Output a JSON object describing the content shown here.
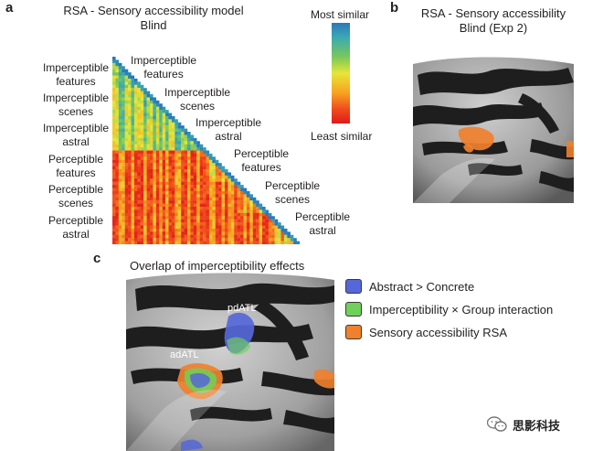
{
  "panel_a": {
    "letter": "a",
    "title": "RSA - Sensory accessibility model",
    "subtitle": "Blind",
    "row_labels": [
      {
        "l1": "Imperceptible",
        "l2": "features"
      },
      {
        "l1": "Imperceptible",
        "l2": "scenes"
      },
      {
        "l1": "Imperceptible",
        "l2": "astral"
      },
      {
        "l1": "Perceptible",
        "l2": "features"
      },
      {
        "l1": "Perceptible",
        "l2": "scenes"
      },
      {
        "l1": "Perceptible",
        "l2": "astral"
      }
    ],
    "diag_labels": [
      {
        "l1": "Imperceptible",
        "l2": "features"
      },
      {
        "l1": "Imperceptible",
        "l2": "scenes"
      },
      {
        "l1": "Imperceptible",
        "l2": "astral"
      },
      {
        "l1": "Perceptible",
        "l2": "features"
      },
      {
        "l1": "Perceptible",
        "l2": "scenes"
      },
      {
        "l1": "Perceptible",
        "l2": "astral"
      }
    ],
    "colorbar": {
      "top": "Most similar",
      "bottom": "Least similar"
    }
  },
  "panel_b": {
    "letter": "b",
    "title": "RSA - Sensory accessibility",
    "subtitle": "Blind (Exp 2)"
  },
  "panel_c": {
    "letter": "c",
    "title": "Overlap of imperceptibility effects",
    "brain_labels": {
      "post": "pdATL",
      "ant": "adATL"
    },
    "legend": [
      {
        "label": "Abstract > Concrete",
        "color": "#5567d9"
      },
      {
        "label": "Imperceptibility × Group interaction",
        "color": "#6fd05a"
      },
      {
        "label": "Sensory accessibility RSA",
        "color": "#f0802c"
      }
    ]
  },
  "watermark": {
    "text": "思影科技"
  },
  "colors": {
    "overlay_orange": "#f0802c",
    "overlay_blue": "#5567d9",
    "overlay_green": "#6fd05a"
  }
}
